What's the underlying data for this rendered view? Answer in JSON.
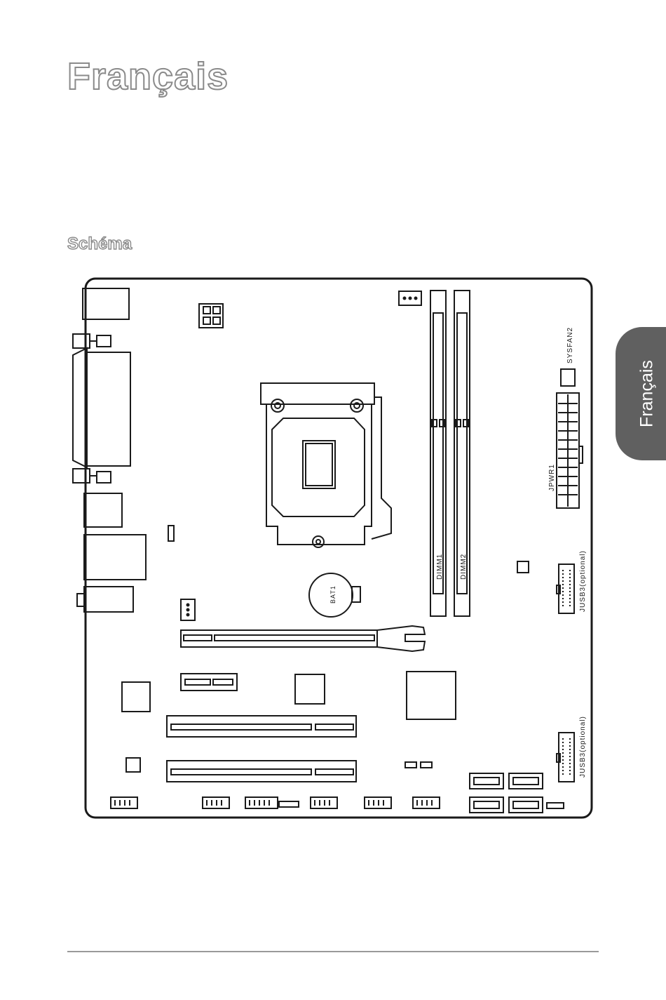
{
  "page": {
    "title": "Français",
    "section_heading": "Schéma",
    "side_tab_label": "Français"
  },
  "board_labels": {
    "sysfan2": "SYSFAN2",
    "jpwr1": "JPWR1",
    "dimm1": "DIMM1",
    "dimm2": "DIMM2",
    "bat1": "BAT1",
    "jusb3_top": "JUSB3(optional)",
    "jusb3_bottom": "JUSB3(optional)"
  },
  "colors": {
    "line": "#1a1a1a",
    "outline_text": "#8a8a8a",
    "side_tab": "#606060",
    "rule": "#9a9a9a"
  }
}
